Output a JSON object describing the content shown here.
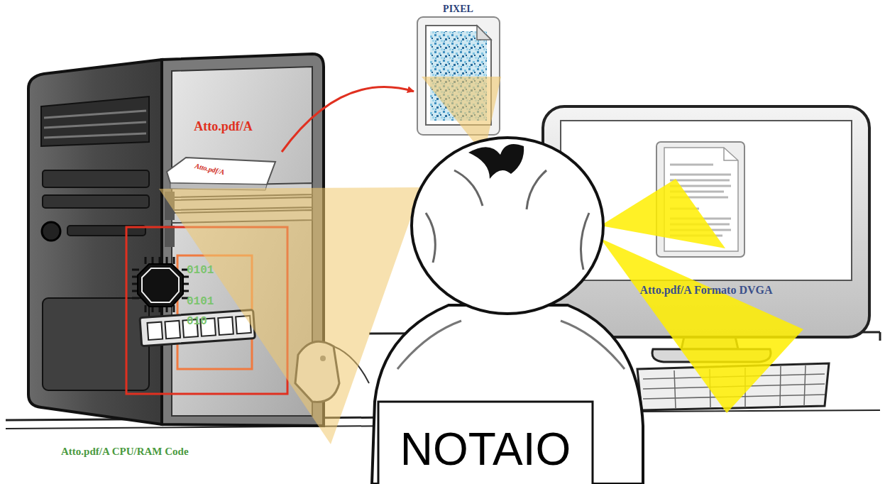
{
  "diagram": {
    "nodes": [
      {
        "text": [
          "Atto.pdf/A",
          "Atto.pdf/A"
        ]
      },
      {
        "text": [
          "PIXEL"
        ]
      },
      {
        "text": [
          "Atto.pdf/A Formato DVGA"
        ]
      }
    ],
    "edges": [
      {
        "from": 0,
        "to": 1,
        "arrow": "to"
      }
    ],
    "labels": [
      "0101",
      "0101",
      "010",
      "Atto.pdf/A CPU/RAM Code",
      "NOTAIO"
    ]
  }
}
